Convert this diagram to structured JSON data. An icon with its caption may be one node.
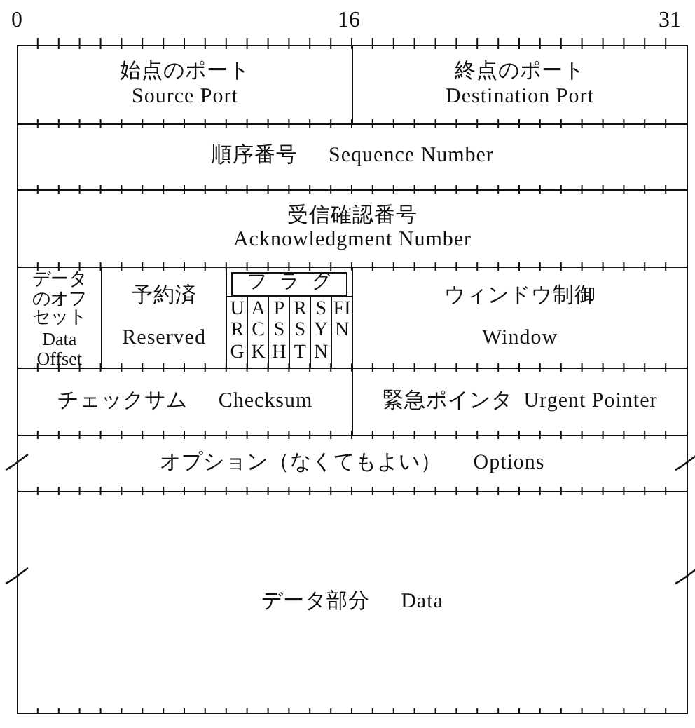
{
  "diagram": {
    "nodes": [
      {
        "text": [
          "始点のポート",
          "Source Port"
        ]
      },
      {
        "text": [
          "終点のポート",
          "Destination Port"
        ]
      },
      {
        "text": [
          "順序番号",
          "Sequence Number"
        ]
      },
      {
        "text": [
          "受信確認番号",
          "Acknowledgment Number"
        ]
      },
      {
        "text": [
          "データのオフセット",
          "Data Offset"
        ]
      },
      {
        "text": [
          "予約済",
          "Reserved"
        ]
      },
      {
        "text": [
          "フラグ"
        ]
      },
      {
        "text": [
          "URG"
        ]
      },
      {
        "text": [
          "ACK"
        ]
      },
      {
        "text": [
          "PSH"
        ]
      },
      {
        "text": [
          "RST"
        ]
      },
      {
        "text": [
          "SYN"
        ]
      },
      {
        "text": [
          "FIN"
        ]
      },
      {
        "text": [
          "ウィンドウ制御",
          "Window"
        ]
      },
      {
        "text": [
          "チェックサム",
          "Checksum"
        ]
      },
      {
        "text": [
          "緊急ポインタ",
          "Urgent Pointer"
        ]
      },
      {
        "text": [
          "オプション（なくてもよい）",
          "Options"
        ]
      },
      {
        "text": [
          "データ部分",
          "Data"
        ]
      }
    ],
    "labels": [
      "0",
      "16",
      "31"
    ]
  }
}
